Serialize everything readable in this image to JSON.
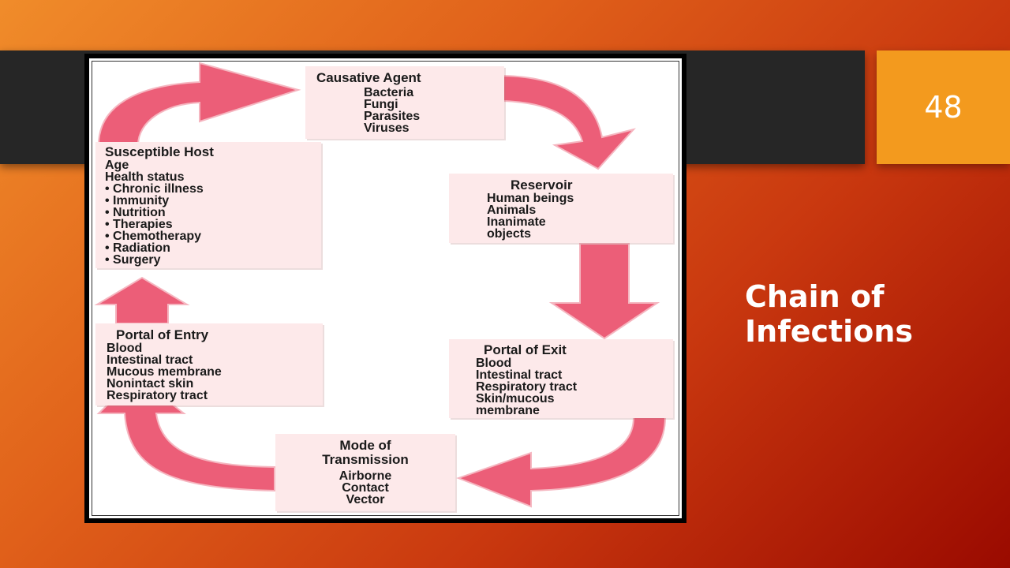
{
  "slide": {
    "page_number": "48",
    "title_line1": "Chain of",
    "title_line2": "Infections"
  },
  "diagram": {
    "causative_agent": {
      "title": "Causative Agent",
      "items": [
        "Bacteria",
        "Fungi",
        "Parasites",
        "Viruses"
      ]
    },
    "reservoir": {
      "title": "Reservoir",
      "items": [
        "Human beings",
        "Animals",
        "Inanimate",
        "objects"
      ]
    },
    "portal_of_exit": {
      "title": "Portal of Exit",
      "items": [
        "Blood",
        "Intestinal tract",
        "Respiratory tract",
        "Skin/mucous",
        "membrane"
      ]
    },
    "mode_of_transmission": {
      "title_line1": "Mode of",
      "title_line2": "Transmission",
      "items": [
        "Airborne",
        "Contact",
        "Vector"
      ]
    },
    "portal_of_entry": {
      "title": "Portal of Entry",
      "items": [
        "Blood",
        "Intestinal tract",
        "Mucous membrane",
        "Nonintact skin",
        "Respiratory tract"
      ]
    },
    "susceptible_host": {
      "title": "Susceptible Host",
      "items": [
        "Age",
        "Health status"
      ],
      "bullets": [
        "Chronic illness",
        "Immunity",
        "Nutrition",
        "Therapies",
        "Chemotherapy",
        "Radiation",
        "Surgery"
      ]
    }
  },
  "colors": {
    "arrow_fill": "#ec5e78",
    "box_fill": "#fde9ea",
    "band": "#262626",
    "page_box": "#f39a1e"
  }
}
